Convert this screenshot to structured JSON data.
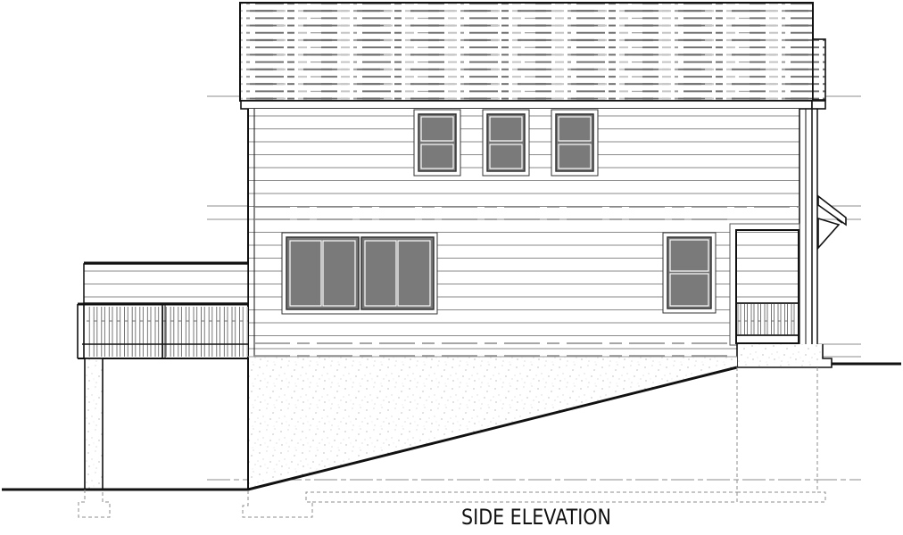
{
  "drawing": {
    "title": "SIDE ELEVATION",
    "view_type": "architectural side elevation",
    "colors": {
      "line": "#111111",
      "siding_line": "#8a8a8a",
      "glass": "#777777",
      "roof_shingle_dark": "#6e6e6e",
      "roof_shingle_light": "#c4c4c4",
      "foundation_dots": "#9a9a9a",
      "hidden_line": "#8c8c8c"
    },
    "elements": {
      "roof": "shingle-roof",
      "upper_windows": 3,
      "lower_left_window": "double slider window pair",
      "lower_right_window": "single hung window",
      "door_opening": "porch entry with railing",
      "deck": "raised deck with railing on post",
      "bracket": "side entry canopy bracket",
      "foundation": "stippled concrete foundation with sloped grade",
      "footings": "dashed footings below grade"
    }
  }
}
